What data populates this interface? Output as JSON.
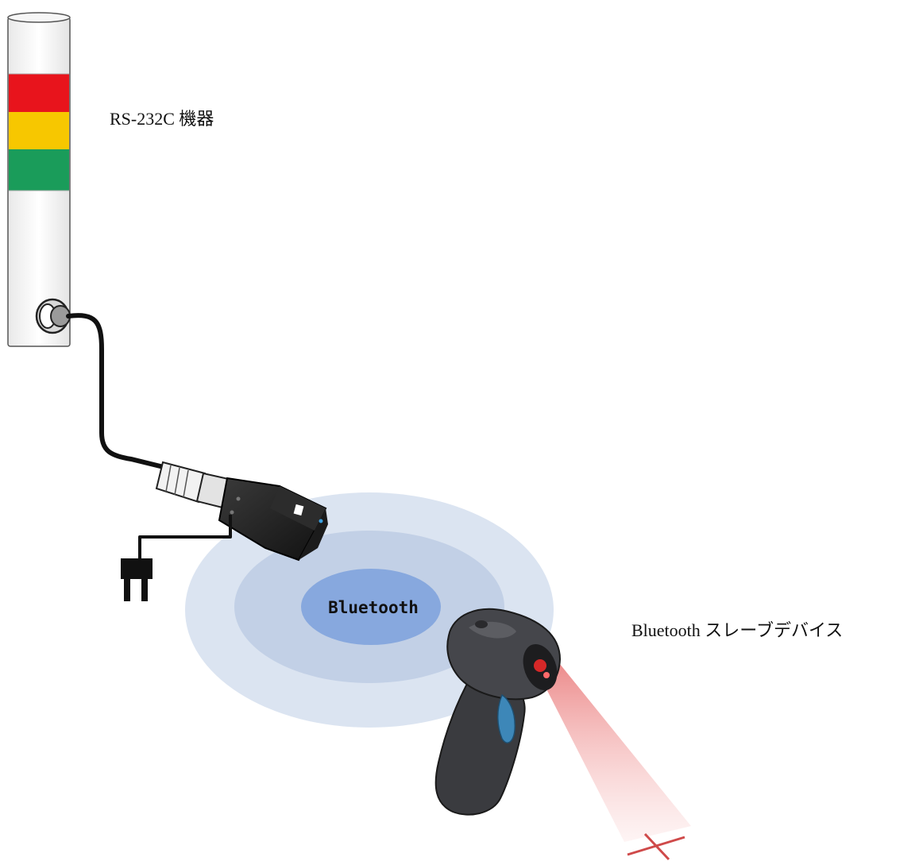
{
  "labels": {
    "rs232c_device": "RS-232C 機器",
    "bluetooth_zone": "Bluetooth",
    "slave_device": "Bluetooth スレーブデバイス"
  },
  "icons": {
    "signal_tower": "signal-tower-icon",
    "adapter": "rs232c-bluetooth-adapter-icon",
    "power_plug": "power-plug-icon",
    "barcode_scanner": "barcode-scanner-icon"
  },
  "colors": {
    "tower_red": "#e8141c",
    "tower_yellow": "#f7c700",
    "tower_green": "#1a9c5a",
    "bt_outer": "#dbe4f1",
    "bt_middle": "#c2d0e6",
    "bt_inner": "#87a8de",
    "scanner_body": "#3a3b3f",
    "scanner_trigger": "#3d87b8",
    "laser": "#f08a8a"
  }
}
